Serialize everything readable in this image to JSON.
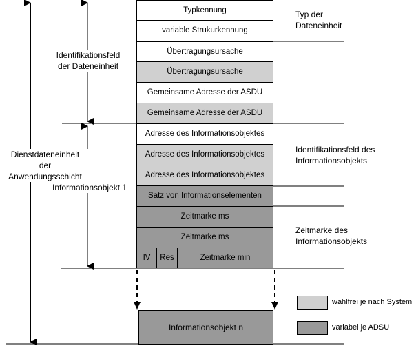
{
  "fields": [
    {
      "text": "Typkennung",
      "fill": "white"
    },
    {
      "text": "variable Strukurkennung",
      "fill": "white"
    },
    {
      "text": "Übertragungsursache",
      "fill": "white"
    },
    {
      "text": "Übertragungsursache",
      "fill": "light"
    },
    {
      "text": "Gemeinsame Adresse der ASDU",
      "fill": "white"
    },
    {
      "text": "Gemeinsame Adresse der ASDU",
      "fill": "light"
    },
    {
      "text": "Adresse des Informationsobjektes",
      "fill": "white"
    },
    {
      "text": "Adresse des Informationsobjektes",
      "fill": "light"
    },
    {
      "text": "Adresse des Informationsobjektes",
      "fill": "light"
    },
    {
      "text": "Satz von Informationselementen",
      "fill": "dark"
    },
    {
      "text": "Zeitmarke ms",
      "fill": "dark"
    },
    {
      "text": "Zeitmarke ms",
      "fill": "dark"
    }
  ],
  "last_row": {
    "iv": "IV",
    "res": "Res",
    "zeit": "Zeitmarke min"
  },
  "info_n": "Informationsobjekt n",
  "labels": {
    "dienst_line1": "Dienstdateneinheit",
    "dienst_line2": "der Anwendungsschicht",
    "ident_dat_line1": "Identifikationsfeld",
    "ident_dat_line2": "der Dateneinheit",
    "info1": "Informationsobjekt 1",
    "typ_line1": "Typ der",
    "typ_line2": "Dateneinheit",
    "ident_info_line1": "Identifikationsfeld des",
    "ident_info_line2": "Informationsobjekts",
    "zeit_line1": "Zeitmarke des",
    "zeit_line2": "Informationsobjekts"
  },
  "legend": {
    "optional": "wahlfrei je nach System",
    "variable": "variabel je ADSU"
  },
  "colors": {
    "white": "#ffffff",
    "light": "#d0d0d0",
    "dark": "#999999",
    "line": "#000000"
  }
}
